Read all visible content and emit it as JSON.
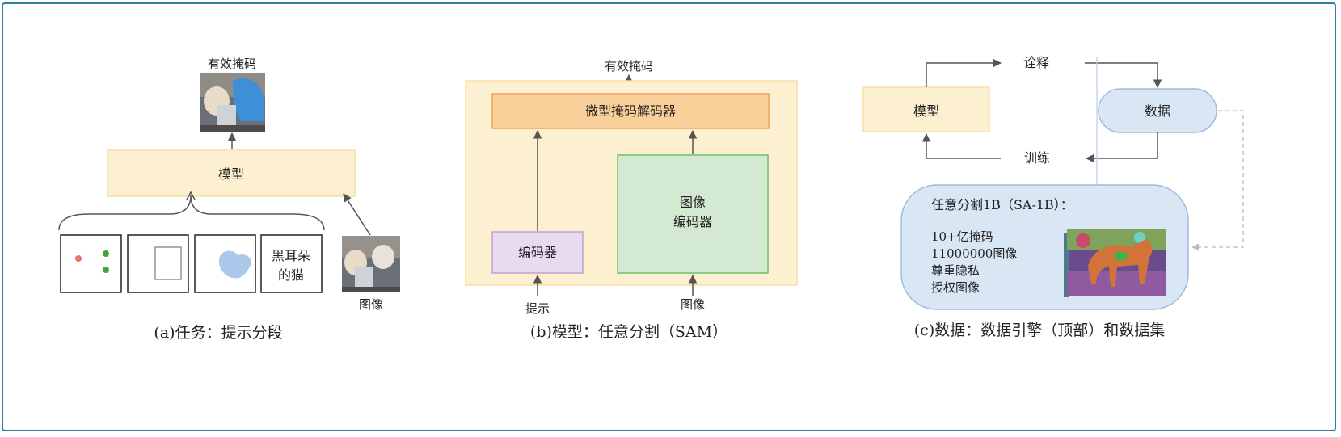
{
  "panel_a": {
    "output_label": "有效掩码",
    "model_label": "模型",
    "prompt_text": "黑耳朵\n的猫",
    "image_label": "图像",
    "caption": "(a)任务：提示分段"
  },
  "panel_b": {
    "output_label": "有效掩码",
    "decoder_label": "微型掩码解码器",
    "image_encoder_label": "图像\n编码器",
    "prompt_encoder_label": "编码器",
    "prompt_label": "提示",
    "image_label": "图像",
    "caption": "(b)模型：任意分割（SAM）"
  },
  "panel_c": {
    "annotate_label": "诠释",
    "train_label": "训练",
    "model_label": "模型",
    "data_label": "数据",
    "dataset_title": "任意分割1B（SA-1B）：",
    "dataset_items": [
      "10+亿掩码",
      "11000000图像",
      "尊重隐私",
      "授权图像"
    ],
    "caption": "(c)数据：数据引擎（顶部）和数据集"
  },
  "colors": {
    "frame": "#2f7f9a",
    "model_fill": "#fdf0d0",
    "model_stroke": "#f7dfa3",
    "decoder_fill": "#f9cf9a",
    "decoder_stroke": "#efa35a",
    "image_encoder_fill": "#d4e9d2",
    "image_encoder_stroke": "#6cbf6b",
    "prompt_encoder_fill": "#e8dbef",
    "prompt_encoder_stroke": "#c39fd4",
    "data_fill": "#d9e6f4",
    "data_stroke": "#9dbbe0",
    "arrow": "#555555",
    "point_red": "#e8766f",
    "point_green": "#3fa63f",
    "mask_blue": "#a9c8ea"
  }
}
